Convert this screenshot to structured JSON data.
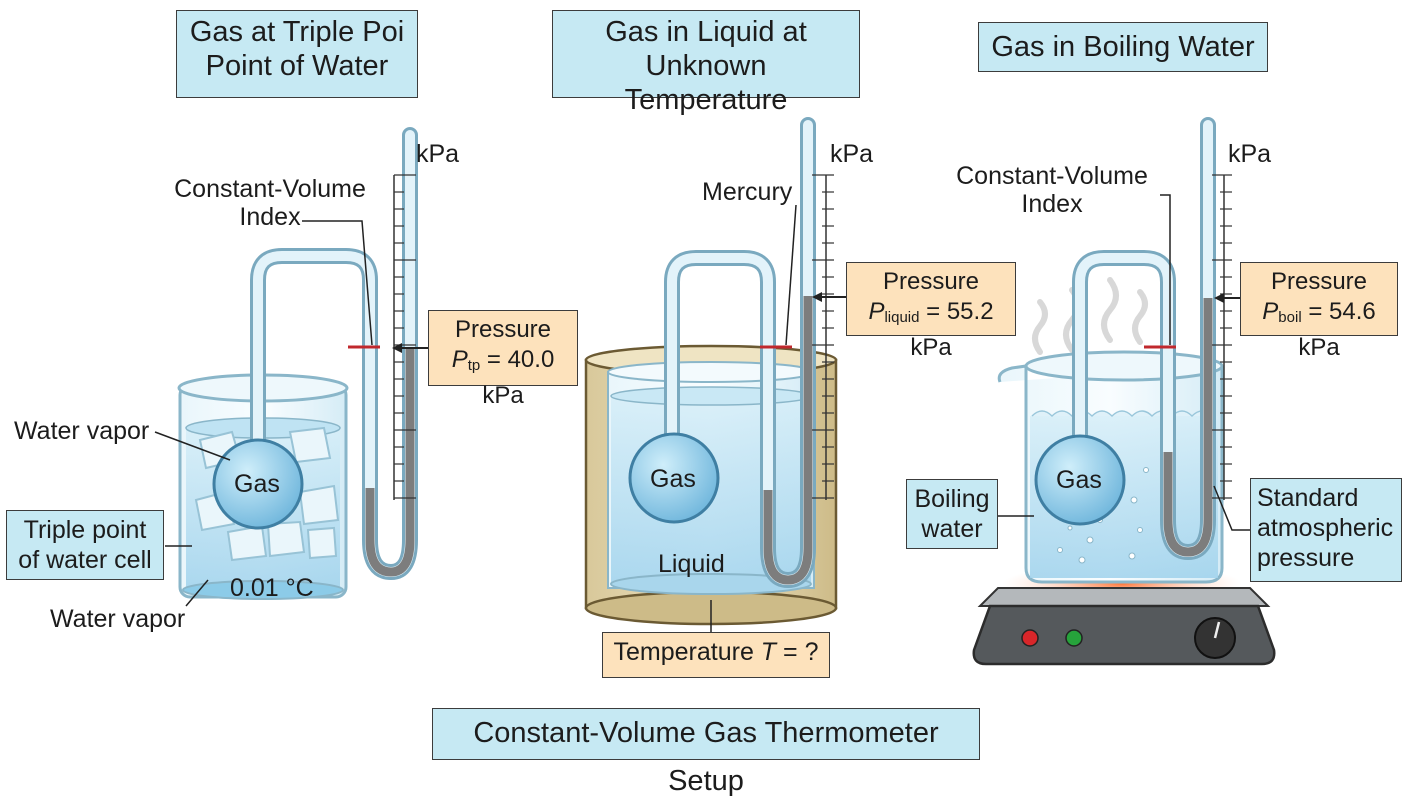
{
  "panels": {
    "left": {
      "title_line1": "Gas at Triple Poi",
      "title_line2": "Point of Water",
      "unit": "kPa",
      "index_line1": "Constant-Volume",
      "index_line2": "Index",
      "vapor_top": "Water vapor",
      "gas": "Gas",
      "cell_line1": "Triple point",
      "cell_line2": "of water cell",
      "temperature": "0.01 °C",
      "vapor_bottom": "Water vapor",
      "pressure_title": "Pressure",
      "pressure_symbol": "P",
      "pressure_sub": "tp",
      "pressure_value": " = 40.0 kPa"
    },
    "middle": {
      "title_line1": "Gas in Liquid at",
      "title_line2": "Unknown Temperature",
      "unit": "kPa",
      "mercury": "Mercury",
      "gas": "Gas",
      "liquid": "Liquid",
      "pressure_title": "Pressure",
      "pressure_symbol": "P",
      "pressure_sub": "liquid",
      "pressure_value": " = 55.2 kPa",
      "temp_prefix": "Temperature ",
      "temp_symbol": "T",
      "temp_suffix": " = ?"
    },
    "right": {
      "title": "Gas in Boiling Water",
      "unit": "kPa",
      "index_line1": "Constant-Volume",
      "index_line2": "Index",
      "gas": "Gas",
      "boiling_line1": "Boiling",
      "boiling_line2": "water",
      "pressure_title": "Pressure",
      "pressure_symbol": "P",
      "pressure_sub": "boil",
      "pressure_value": " = 54.6 kPa",
      "atm_line1": "Standard",
      "atm_line2": "atmospheric",
      "atm_line3": "pressure"
    }
  },
  "caption": "Constant-Volume Gas Thermometer Setup",
  "colors": {
    "label_blue": "#c6e9f3",
    "label_orange": "#fde2bc",
    "gas_bulb": "#8fcbe8",
    "mercury": "#7a7a7a",
    "index_mark": "#c0282d",
    "hotplate_glow": "#ff6a3d"
  },
  "icons": [
    "beaker-icon",
    "ice-cube-icon",
    "thermometer-tube-icon",
    "hotplate-icon",
    "steam-icon",
    "knob-icon"
  ]
}
